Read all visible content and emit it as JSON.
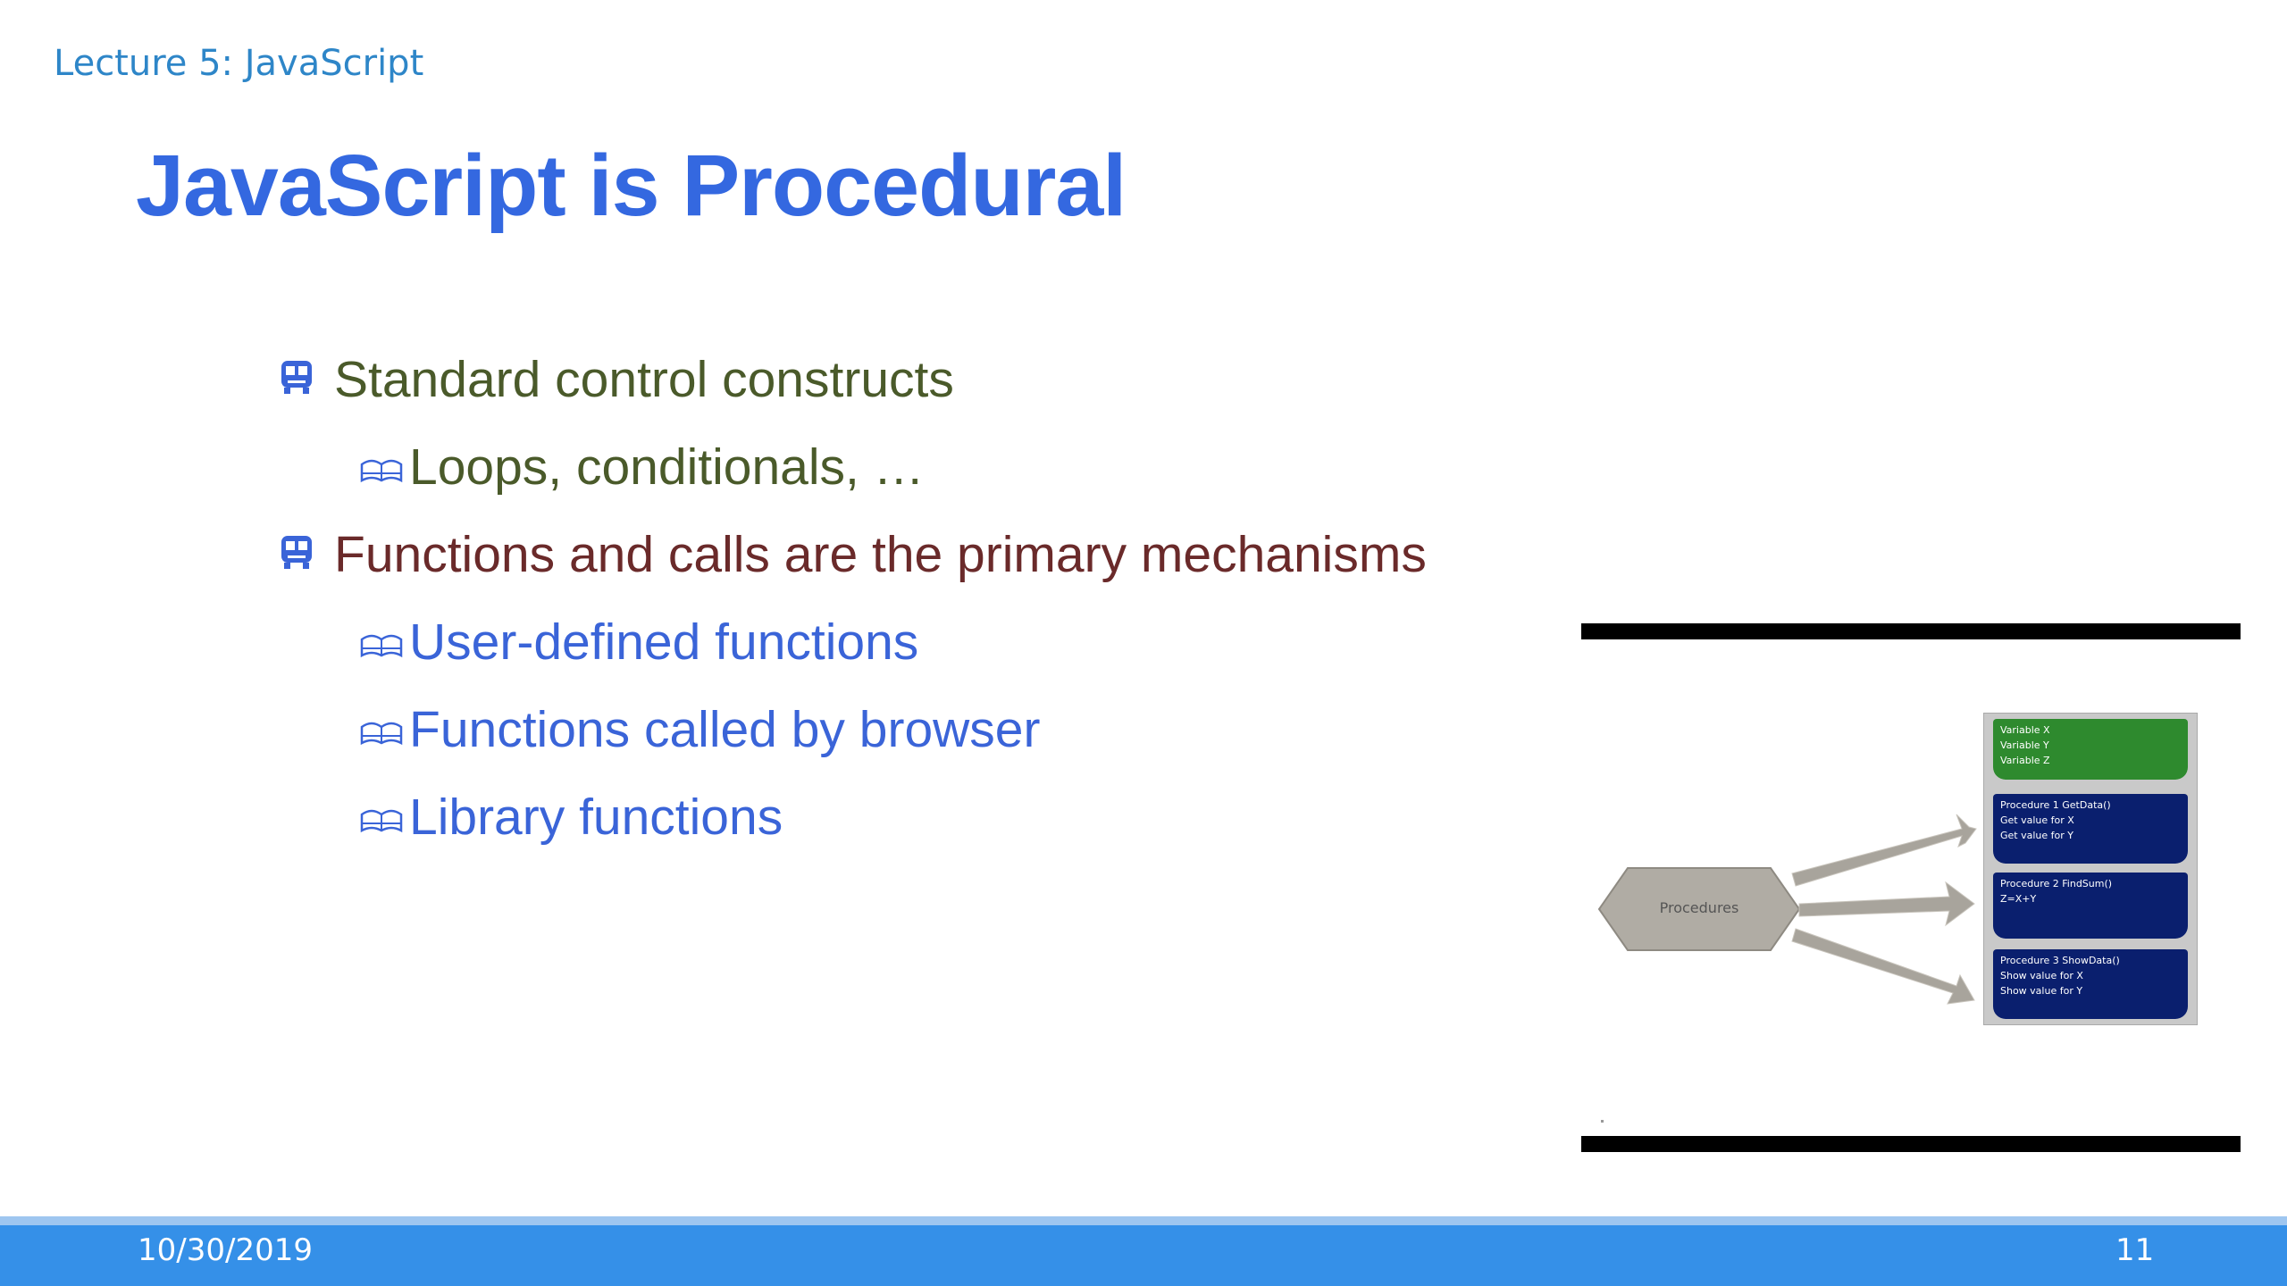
{
  "header": {
    "lecture": "Lecture 5: JavaScript",
    "title": "JavaScript is Procedural"
  },
  "bullets": [
    {
      "text": "Standard control constructs",
      "level": 1,
      "color": "#4a5a2a"
    },
    {
      "text": "Loops, conditionals, …",
      "level": 2,
      "color": "#4a5a2a"
    },
    {
      "text": "Functions and calls are the primary mechanisms",
      "level": 1,
      "color": "#6a2a2a"
    },
    {
      "text": "User-defined functions",
      "level": 2,
      "color": "#3a64d8"
    },
    {
      "text": "Functions called by browser",
      "level": 2,
      "color": "#3a64d8"
    },
    {
      "text": "Library functions",
      "level": 2,
      "color": "#3a64d8"
    }
  ],
  "icons": {
    "level1": "bus-icon",
    "level2": "book-icon"
  },
  "diagram": {
    "procedures_label": "Procedures",
    "variables": [
      "Variable X",
      "Variable Y",
      "Variable Z"
    ],
    "proc1": [
      "Procedure 1 GetData()",
      "Get value for X",
      "Get value for Y"
    ],
    "proc2": [
      "Procedure 2 FindSum()",
      "Z=X+Y"
    ],
    "proc3": [
      "Procedure 3 ShowData()",
      "Show value for X",
      "Show value for Y"
    ]
  },
  "footer": {
    "date": "10/30/2019",
    "page": "11"
  },
  "colors": {
    "title": "#3468e0",
    "lecture": "#2e86c8",
    "footer": "#3590e8"
  }
}
